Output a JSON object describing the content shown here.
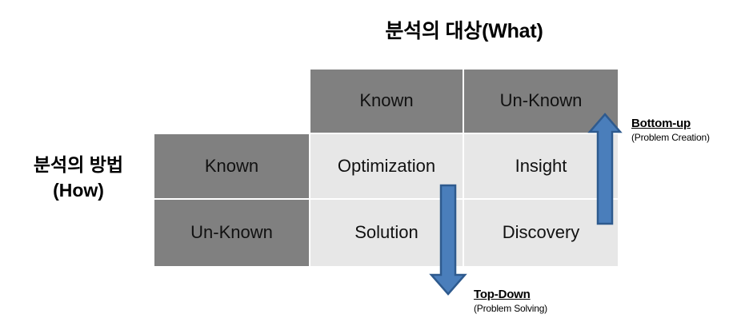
{
  "axes": {
    "top_title": "분석의 대상(What)",
    "left_title_line1": "분석의 방법",
    "left_title_line2": "(How)"
  },
  "matrix": {
    "column_headers": [
      "Known",
      "Un-Known"
    ],
    "row_headers": [
      "Known",
      "Un-Known"
    ],
    "cells": [
      [
        "Optimization",
        "Insight"
      ],
      [
        "Solution",
        "Discovery"
      ]
    ]
  },
  "annotations": [
    {
      "name": "bottom-up",
      "title": "Bottom-up",
      "subtitle": "(Problem Creation)",
      "arrow": "arrow-up-icon"
    },
    {
      "name": "top-down",
      "title": "Top-Down",
      "subtitle": "(Problem Solving)",
      "arrow": "arrow-down-icon"
    }
  ],
  "colors": {
    "header_gray": "#808080",
    "cell_light": "#E7E7E7",
    "arrow_fill": "#4A7EBB",
    "arrow_stroke": "#2E5A8E",
    "background": "#FFFFFF",
    "text": "#111111"
  }
}
